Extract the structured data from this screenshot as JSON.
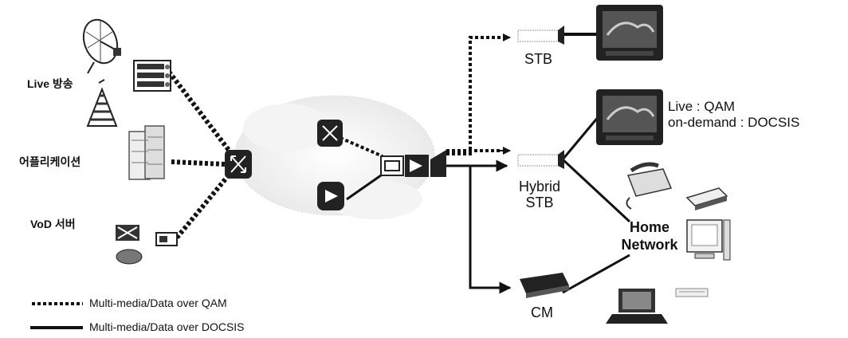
{
  "sources": {
    "live": "Live 방송",
    "app": "어플리케이션",
    "vod": "VoD 서버"
  },
  "devices": {
    "stb": "STB",
    "hybrid_stb_line1": "Hybrid",
    "hybrid_stb_line2": "STB",
    "cm": "CM"
  },
  "hybrid_note": {
    "line1": "Live : QAM",
    "line2": "on-demand : DOCSIS"
  },
  "home_network": {
    "line1": "Home",
    "line2": "Network"
  },
  "legend": {
    "qam": "Multi-media/Data over QAM",
    "docsis": "Multi-media/Data over DOCSIS"
  },
  "colors": {
    "qam_line": "#111111",
    "docsis_line": "#111111",
    "cloud": "#f4f4f4"
  }
}
